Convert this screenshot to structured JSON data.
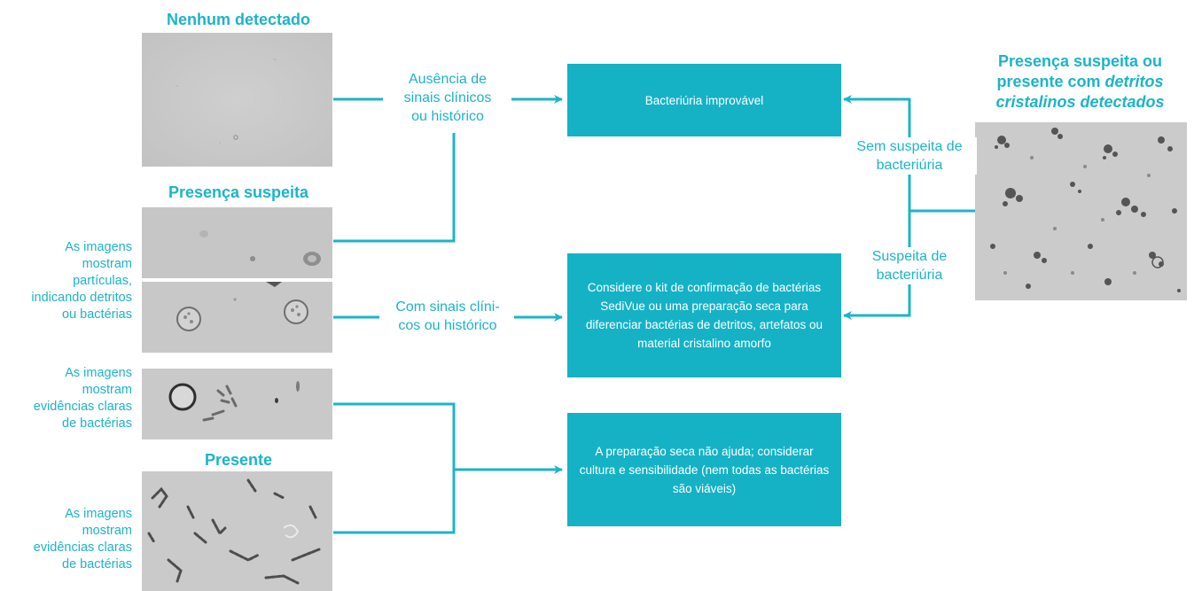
{
  "headings": {
    "none_detected": "Nenhum detectado",
    "suspected": "Presença suspeita",
    "present": "Presente",
    "right_line1": "Presença suspeita ou",
    "right_line2_normal": "presente com ",
    "right_line2_italic": "detritos",
    "right_line3_italic": "cristalinos detectados"
  },
  "side_labels": {
    "particles": [
      "As imagens",
      "mostram",
      "partículas,",
      "indicando detritos",
      "ou bactérias"
    ],
    "evidence_1": [
      "As imagens",
      "mostram",
      "evidências claras",
      "de bactérias"
    ],
    "evidence_2": [
      "As imagens",
      "mostram",
      "evidências claras",
      "de bactérias"
    ]
  },
  "edge_labels": {
    "no_signs": [
      "Ausência de",
      "sinais clínicos",
      "ou histórico"
    ],
    "with_signs": [
      "Com sinais clíni-",
      "cos ou histórico"
    ],
    "no_suspicion": [
      "Sem suspeita de",
      "bacteriúria"
    ],
    "suspicion": [
      "Suspeita de",
      "bacteriúria"
    ]
  },
  "boxes": {
    "unlikely": "Bacteriúria improvável",
    "confirm": "Considere o kit de confirmação de bactérias SediVue ou uma preparação seca para diferenciar bactérias de detritos, artefatos ou material cristalino amorfo",
    "culture": "A preparação seca não ajuda; considerar cultura e sensibilidade (nem todas as bactérias são viáveis)"
  },
  "colors": {
    "accent": "#1cb4c8",
    "box": "#15b2c6",
    "micro_bg": "#c9c9c9"
  }
}
